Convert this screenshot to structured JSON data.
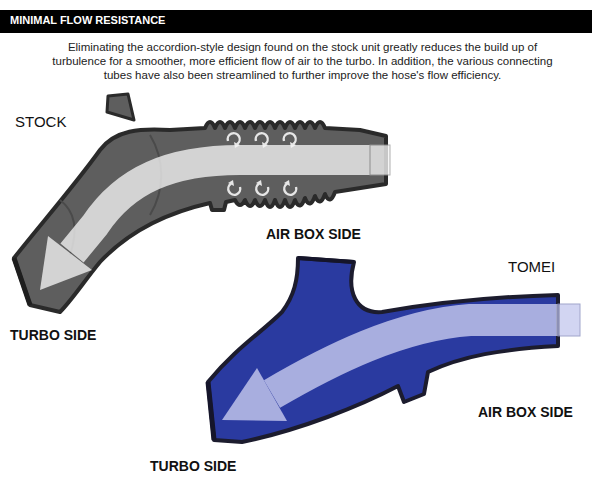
{
  "diagram": {
    "title": "MINIMAL FLOW RESISTANCE",
    "labels": [
      "Eliminating the accordion-style design found on the stock unit greatly reduces the build up of turbulence for a smoother, more efficient flow of air to the turbo. In addition, the various connecting tubes have also been streamlined to further improve the hose's flow efficiency.",
      "STOCK",
      "AIR BOX SIDE",
      "TURBO SIDE",
      "TOMEI",
      "AIR BOX SIDE",
      "TURBO SIDE"
    ]
  }
}
